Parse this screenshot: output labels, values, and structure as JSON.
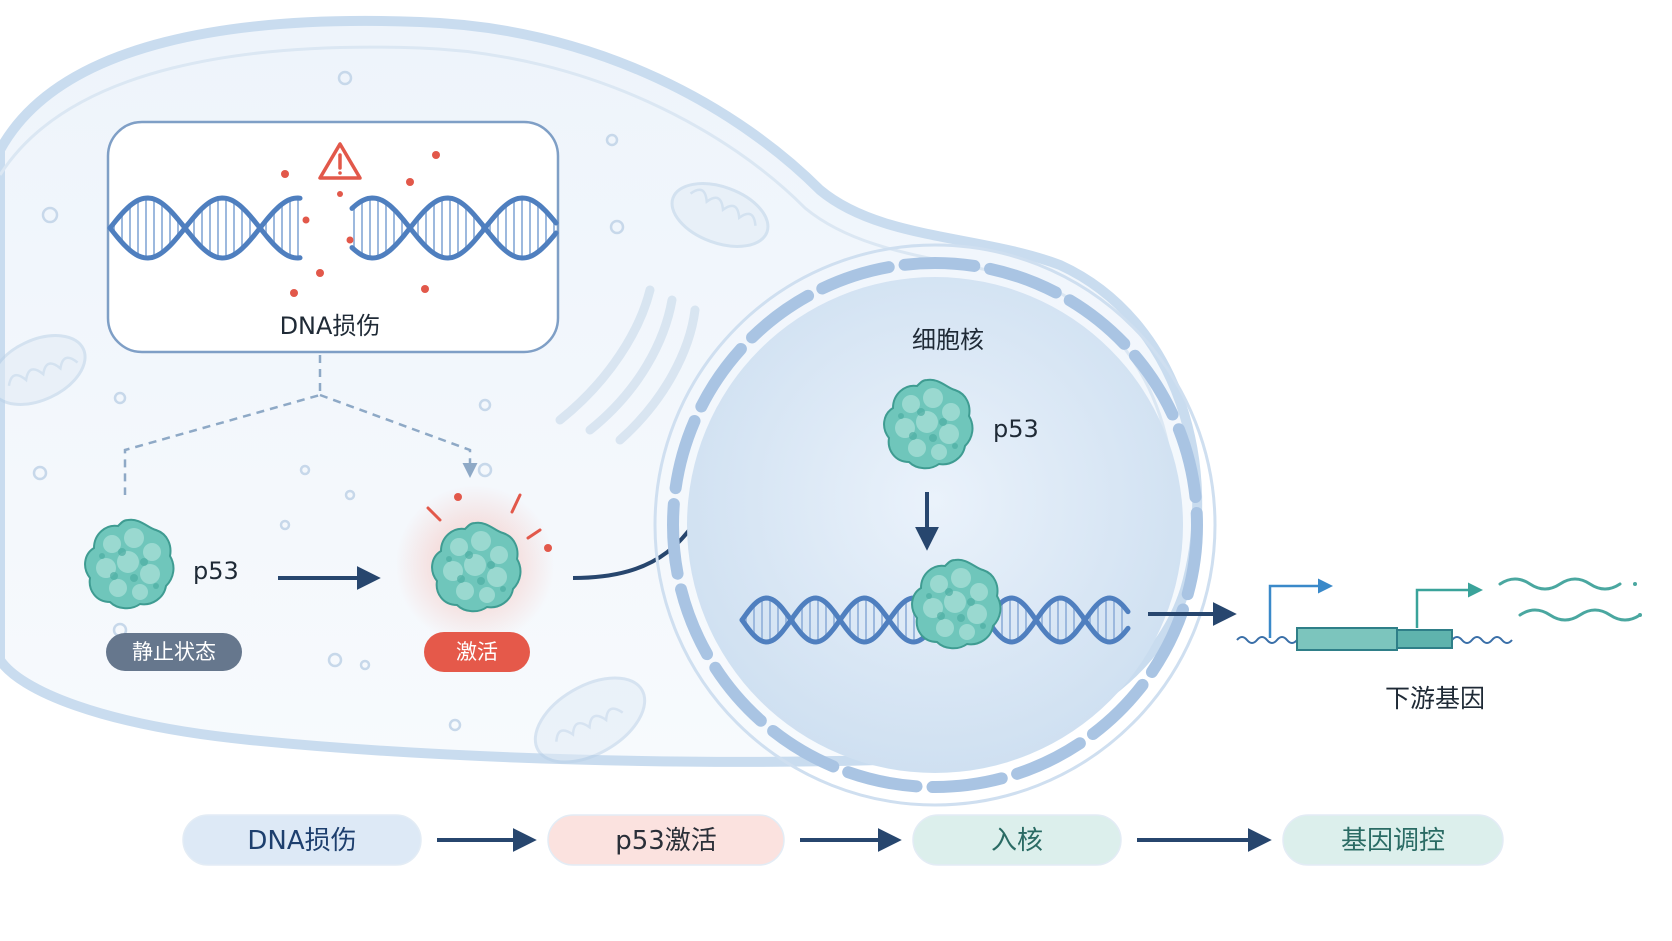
{
  "labels": {
    "dna_damage": "DNA损伤",
    "nucleus": "细胞核",
    "p53_resting": "p53",
    "p53_nucleus": "p53",
    "downstream_genes": "下游基因"
  },
  "badges": {
    "resting": "静止状态",
    "activated": "激活"
  },
  "flow": [
    {
      "label": "DNA损伤",
      "fill": "#dde9f6",
      "text": "#1d3f6e"
    },
    {
      "label": "p53激活",
      "fill": "#fbe2df",
      "text": "#2a2f38"
    },
    {
      "label": "入核",
      "fill": "#dcefec",
      "text": "#2a6b64"
    },
    {
      "label": "基因调控",
      "fill": "#dcefec",
      "text": "#2a6b64"
    }
  ],
  "colors": {
    "dna": "#4f7fbf",
    "protein": "#6fc6bb",
    "alert": "#e2584a",
    "arrow": "#27466e",
    "membrane": "#c9dcef",
    "resting_badge": "#66778d",
    "activated_badge": "#e5594a"
  },
  "icons": {
    "warning": "warning-triangle-icon",
    "protein": "protein-blob-icon",
    "promoter": "promoter-arrow-icon"
  }
}
